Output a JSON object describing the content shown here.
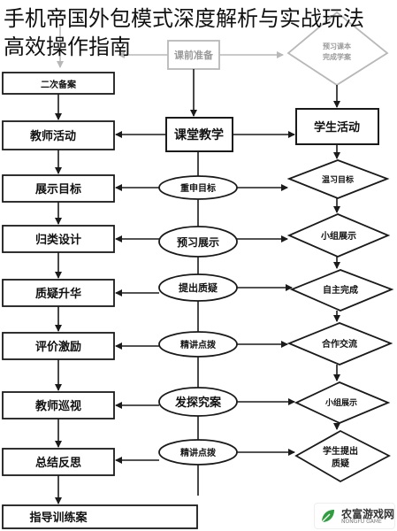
{
  "title": {
    "line1": "手机帝国外包模式深度解析与实战玩法",
    "line2": "高效操作指南"
  },
  "left_column": [
    "二次备案",
    "教师活动",
    "展示目标",
    "归类设计",
    "质疑升华",
    "评价激励",
    "教师巡视",
    "总结反思",
    "指导训练案"
  ],
  "center_column": {
    "top_box": "课前准备",
    "main_box": "课堂教学",
    "ellipses": [
      "重申目标",
      "预习展示",
      "提出质疑",
      "精讲点拨",
      "发探究案",
      "精讲点拨"
    ]
  },
  "right_column": {
    "top_diamond": [
      "预习课本",
      "完成学案"
    ],
    "main_box": "学生活动",
    "diamonds": [
      [
        "温习目标"
      ],
      [
        "小组展示"
      ],
      [
        "自主完成"
      ],
      [
        "合作交流"
      ],
      [
        "小组展示"
      ],
      [
        "学生提出",
        "质疑"
      ]
    ]
  },
  "watermark": {
    "name": "农富游戏网",
    "sub": "NONGFU GAME"
  },
  "colors": {
    "stroke": "#1a1a1a",
    "faded": "#b8b8b8",
    "text": "#111111"
  }
}
